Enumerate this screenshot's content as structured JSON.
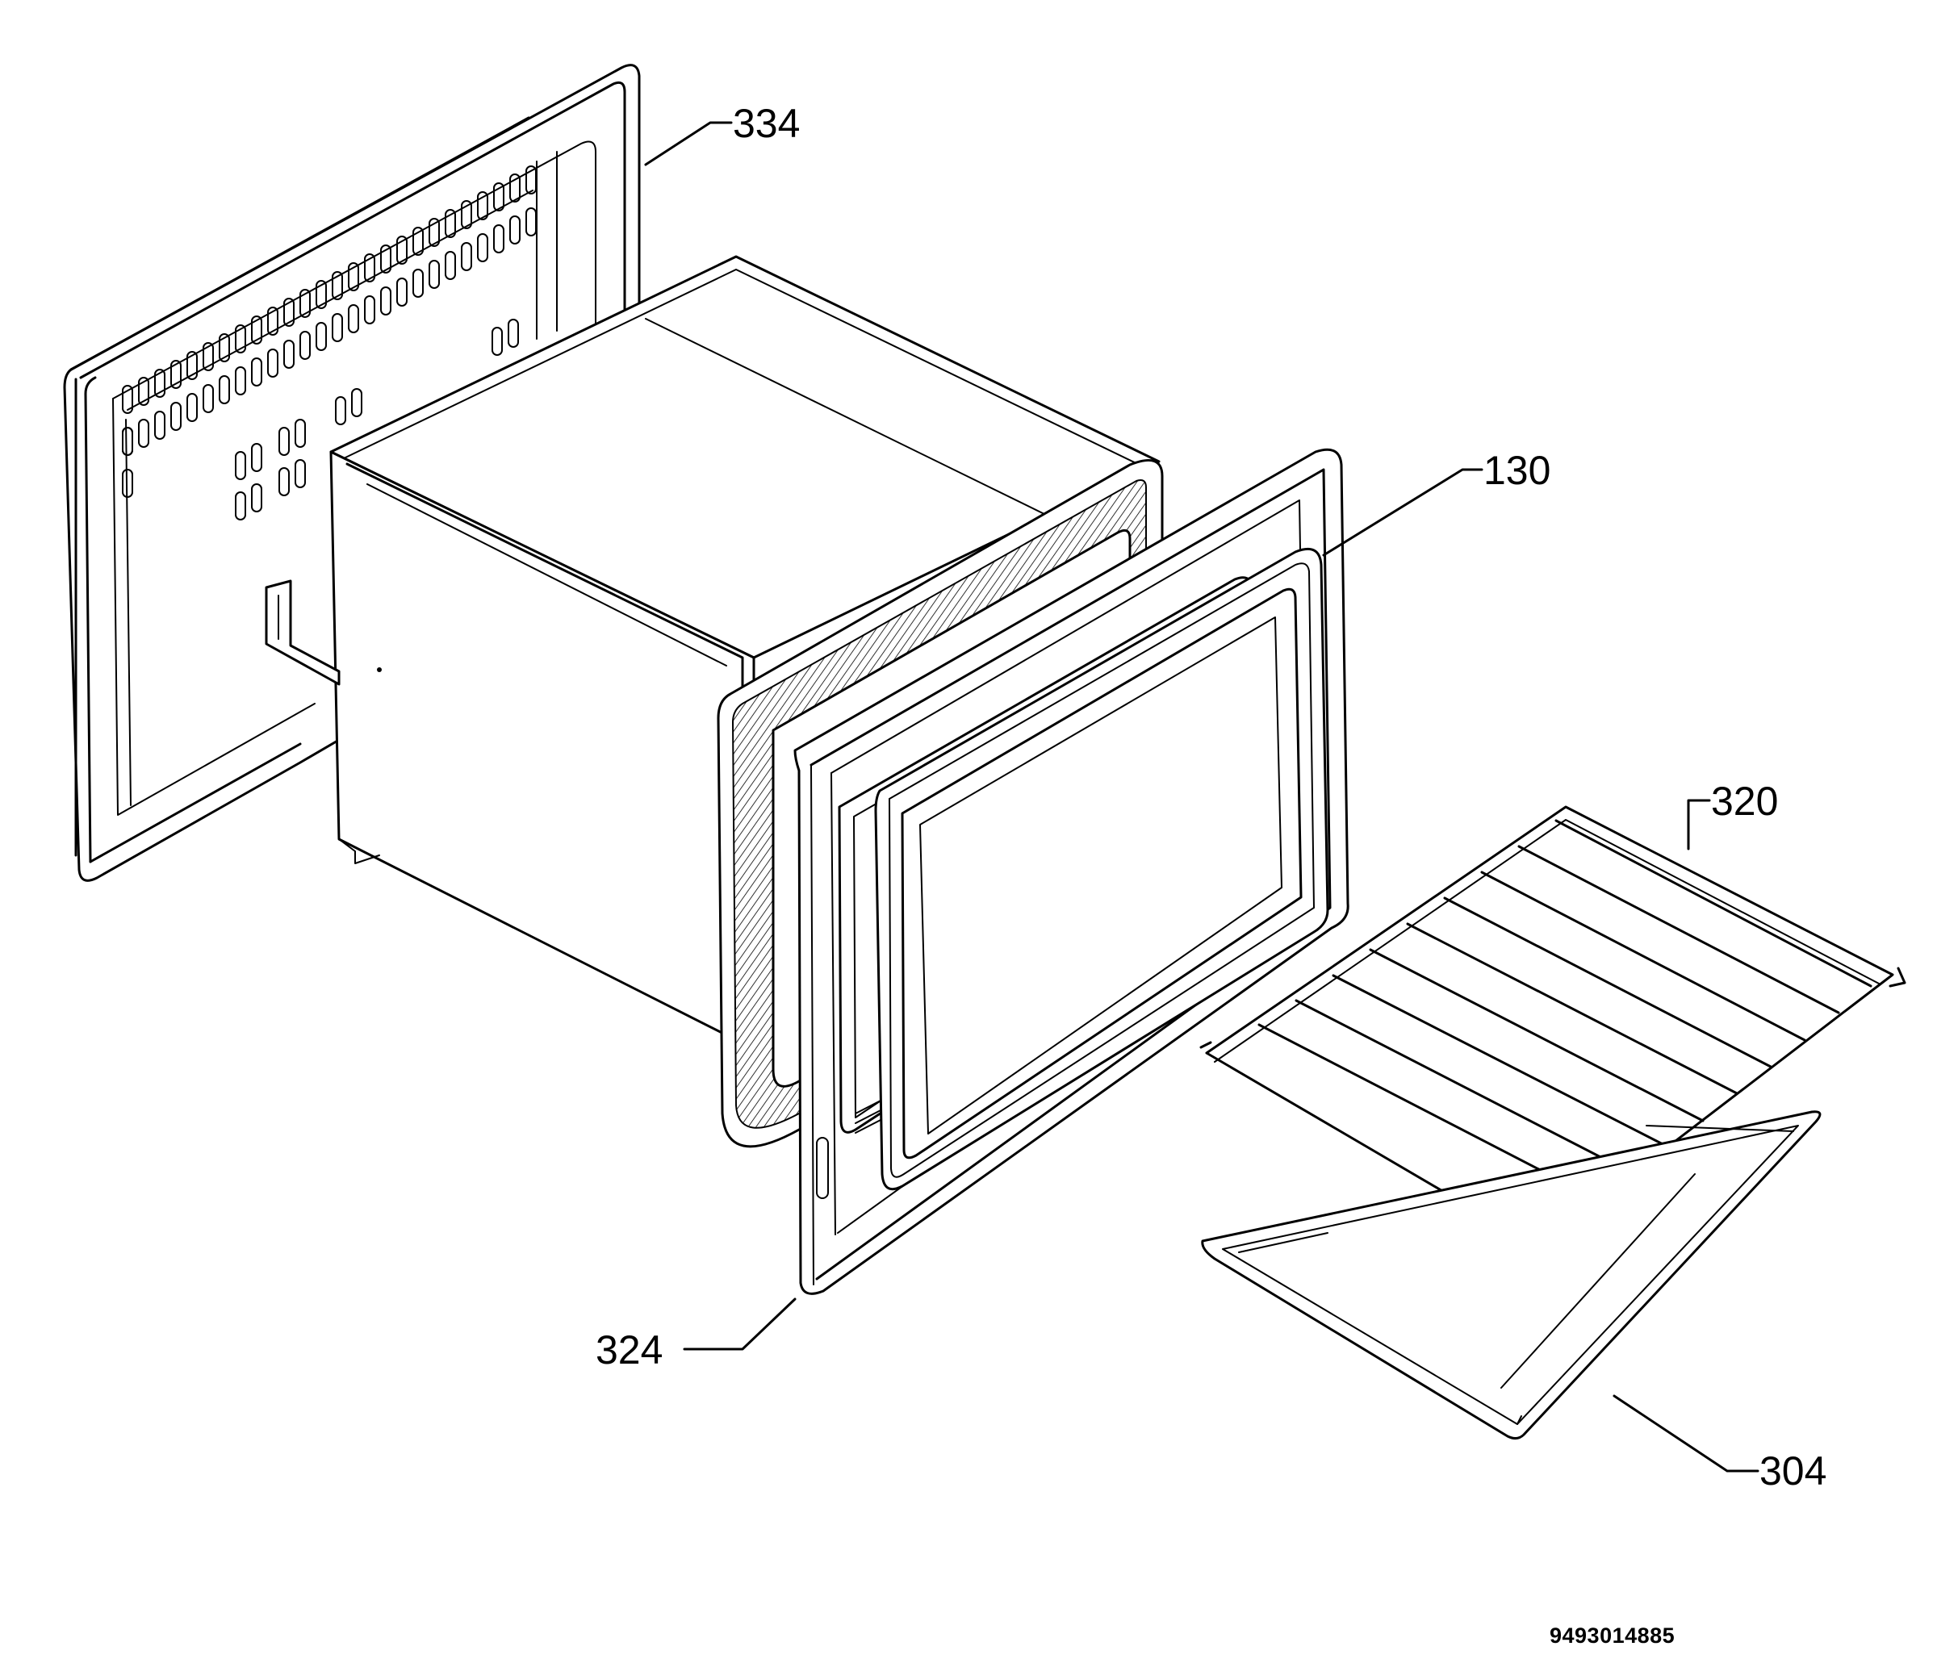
{
  "callouts": {
    "c334": "334",
    "c130": "130",
    "c320": "320",
    "c324": "324",
    "c304": "304"
  },
  "document_number": "9493014885"
}
